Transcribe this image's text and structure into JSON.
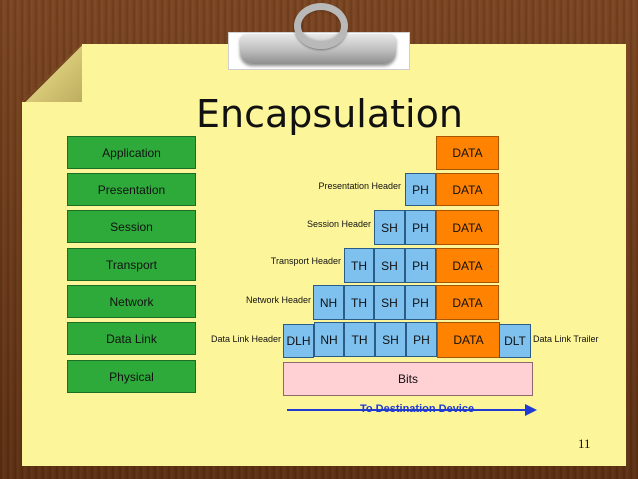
{
  "slide": {
    "title": "Encapsulation",
    "page_number": "11",
    "direction_label": "To Destination Device"
  },
  "layers": [
    "Application",
    "Presentation",
    "Session",
    "Transport",
    "Network",
    "Data Link",
    "Physical"
  ],
  "labels": {
    "presentation_header": "Presentation Header",
    "session_header": "Session Header",
    "transport_header": "Transport Header",
    "network_header": "Network Header",
    "data_link_header": "Data Link Header",
    "data_link_trailer": "Data Link Trailer"
  },
  "cells": {
    "data": "DATA",
    "ph": "PH",
    "sh": "SH",
    "th": "TH",
    "nh": "NH",
    "dlh": "DLH",
    "dlt": "DLT",
    "bits": "Bits"
  },
  "colors": {
    "layer_box": "#2eaa3a",
    "data_box": "#ff8200",
    "header_box": "#7ec0ee",
    "bits_box": "#ffd0d4",
    "paper": "#fdf59a",
    "arrow": "#1f3bd1"
  }
}
